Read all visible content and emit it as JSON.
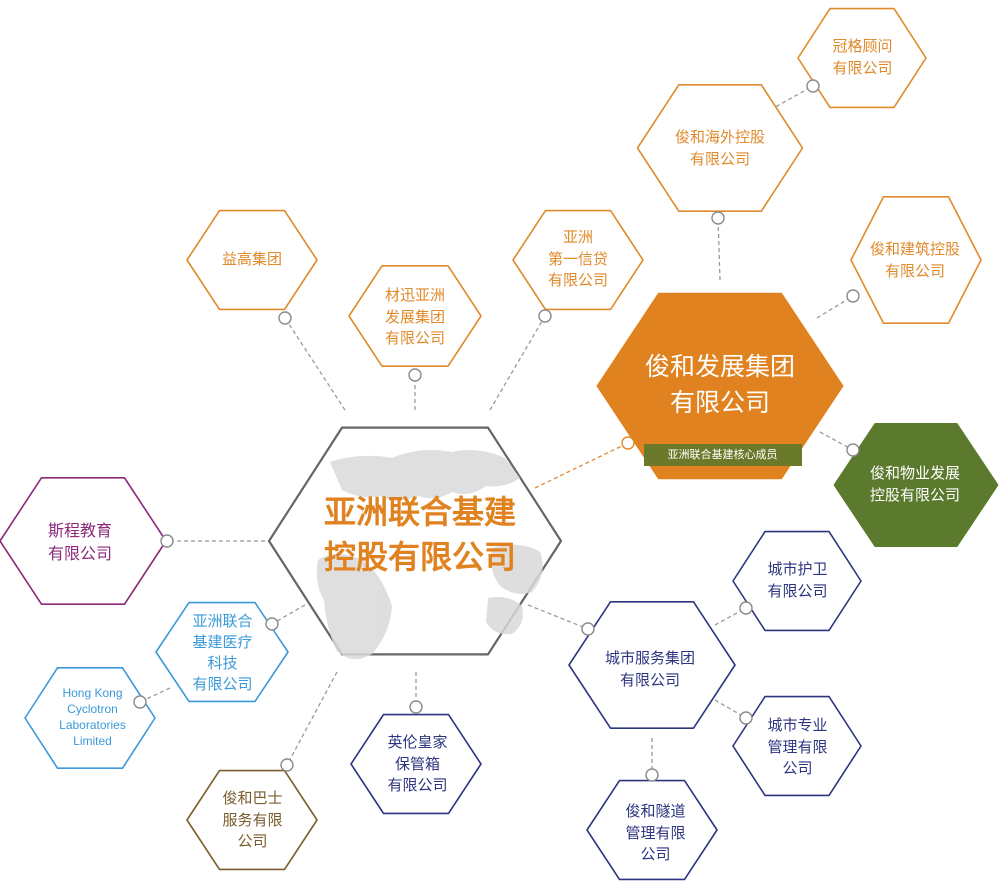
{
  "colors": {
    "orange": "#e08a2b",
    "orange_fill": "#e0821f",
    "green_fill": "#5b7a2d",
    "gray": "#666666",
    "purple": "#8b2a7a",
    "blue": "#3a9ad9",
    "navy": "#2e3580",
    "brown": "#7a5c2e",
    "continents": "#d9d9d9"
  },
  "center": {
    "title_line1": "亚洲联合基建",
    "title_line2": "控股有限公司"
  },
  "hub": {
    "title_line1": "俊和发展集团",
    "title_line2": "有限公司",
    "badge": "亚洲联合基建核心成员"
  },
  "nodes": {
    "yigao": "益高集团",
    "caixun": "材迅亚洲\n发展集团\n有限公司",
    "asia_credit": "亚洲\n第一信贷\n有限公司",
    "overseas": "俊和海外控股\n有限公司",
    "guange": "冠格顾问\n有限公司",
    "construction": "俊和建筑控股\n有限公司",
    "property": "俊和物业发展\n控股有限公司",
    "sicheng": "斯程教育\n有限公司",
    "medical": "亚洲联合\n基建医疗\n科技\n有限公司",
    "cyclotron": "Hong Kong\nCyclotron\nLaboratories\nLimited",
    "bus": "俊和巴士\n服务有限\n公司",
    "safebox": "英伦皇家\n保管箱\n有限公司",
    "city_services": "城市服务集团\n有限公司",
    "city_guard": "城市护卫\n有限公司",
    "city_pro": "城市专业\n管理有限\n公司",
    "tunnel": "俊和隧道\n管理有限\n公司"
  }
}
